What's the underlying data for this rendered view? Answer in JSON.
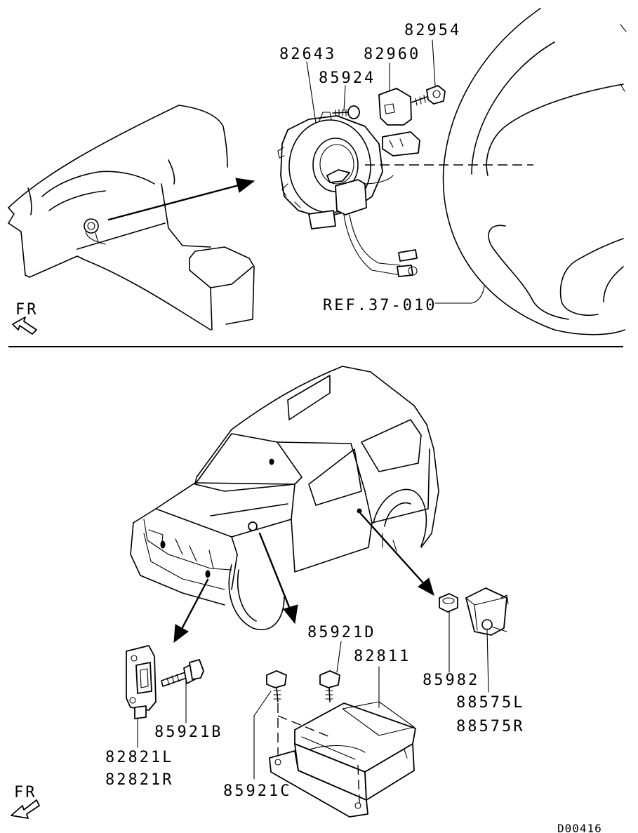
{
  "labels": {
    "clock_spring": "82643",
    "screw_top": "85924",
    "cover": "82960",
    "bolt_top": "82954",
    "steering_ref": "REF.37-010",
    "fr_top": "FR",
    "sensor_bolt_d": "85921D",
    "sru_unit": "82811",
    "side_nut": "85982",
    "side_sensor_l": "88575L",
    "side_sensor_r": "88575R",
    "front_sensor_bolt": "85921B",
    "front_sensor_l": "82821L",
    "front_sensor_r": "82821R",
    "sensor_bolt_c": "85921C",
    "fr_bottom": "FR",
    "drawing_code": "D00416"
  }
}
